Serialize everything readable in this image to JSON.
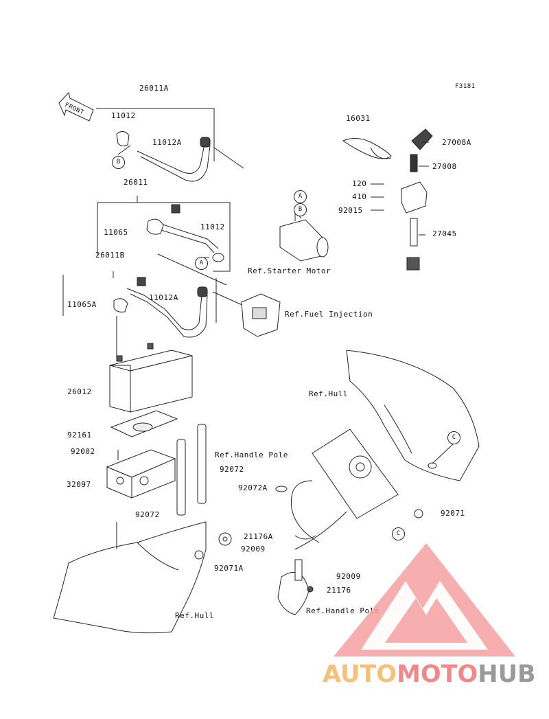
{
  "figure_code": "F3181",
  "front_arrow": "FRONT",
  "parts": {
    "p26011A": "26011A",
    "p11012_top": "11012",
    "p11012A_top": "11012A",
    "p26011": "26011",
    "p11065": "11065",
    "p11012_mid": "11012",
    "p26011B": "26011B",
    "p11065A": "11065A",
    "p11012A_mid": "11012A",
    "p26012": "26012",
    "p92161": "92161",
    "p92002": "92002",
    "p32097": "32097",
    "p92072_left": "92072",
    "p92072_right": "92072",
    "p92071A": "92071A",
    "p16031": "16031",
    "p27008A": "27008A",
    "p27008": "27008",
    "p120": "120",
    "p410": "410",
    "p92015": "92015",
    "p27045": "27045",
    "p92072A": "92072A",
    "p21176A": "21176A",
    "p92009_a": "92009",
    "p92009_b": "92009",
    "p21176": "21176",
    "p92071": "92071"
  },
  "refs": {
    "starter_motor": "Ref.Starter Motor",
    "fuel_injection": "Ref.Fuel Injection",
    "hull_upper": "Ref.Hull",
    "handle_pole_upper": "Ref.Handle Pole",
    "handle_pole_lower": "Ref.Handle Pole",
    "hull_lower": "Ref.Hull"
  },
  "callouts": {
    "B_left": "B",
    "A_mid": "A",
    "A_starter": "A",
    "B_starter": "B",
    "C_hull": "C",
    "C_right": "C"
  },
  "watermark": {
    "part1": "AUTO",
    "part2": "MOTO",
    "part3": "HUB"
  }
}
